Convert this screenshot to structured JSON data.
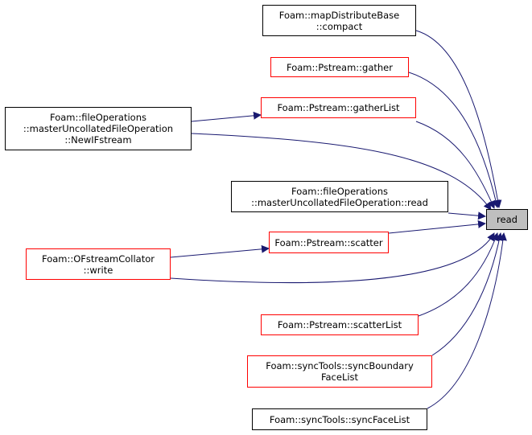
{
  "nodes": {
    "read": {
      "lines": [
        "read"
      ]
    },
    "mapDistributeBase_compact": {
      "lines": [
        "Foam::mapDistributeBase",
        "::compact"
      ]
    },
    "pstream_gather": {
      "lines": [
        "Foam::Pstream::gather"
      ]
    },
    "newIFstream": {
      "lines": [
        "Foam::fileOperations",
        "::masterUncollatedFileOperation",
        "::NewIFstream"
      ]
    },
    "pstream_gatherList": {
      "lines": [
        "Foam::Pstream::gatherList"
      ]
    },
    "mufo_read": {
      "lines": [
        "Foam::fileOperations",
        "::masterUncollatedFileOperation::read"
      ]
    },
    "ofstreamCollator_write": {
      "lines": [
        "Foam::OFstreamCollator",
        "::write"
      ]
    },
    "pstream_scatter": {
      "lines": [
        "Foam::Pstream::scatter"
      ]
    },
    "pstream_scatterList": {
      "lines": [
        "Foam::Pstream::scatterList"
      ]
    },
    "syncBoundaryFaceList": {
      "lines": [
        "Foam::syncTools::syncBoundary",
        "FaceList"
      ]
    },
    "syncFaceList": {
      "lines": [
        "Foam::syncTools::syncFaceList"
      ]
    }
  },
  "colors": {
    "edge": "#191970",
    "border_documented": "#000000",
    "border_undocumented": "#ff0000",
    "focus_fill": "#bfbfbf"
  }
}
